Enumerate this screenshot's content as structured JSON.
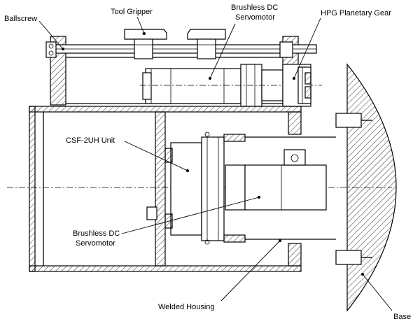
{
  "labels": {
    "ballscrew": "Ballscrew",
    "tool_gripper": "Tool Gripper",
    "servomotor_top_1": "Brushless DC",
    "servomotor_top_2": "Servomotor",
    "hpg_gear": "HPG Planetary Gear",
    "csf_unit": "CSF-2UH Unit",
    "servomotor_low_1": "Brushless DC",
    "servomotor_low_2": "Servomotor",
    "welded_housing": "Welded Housing",
    "base": "Base"
  }
}
